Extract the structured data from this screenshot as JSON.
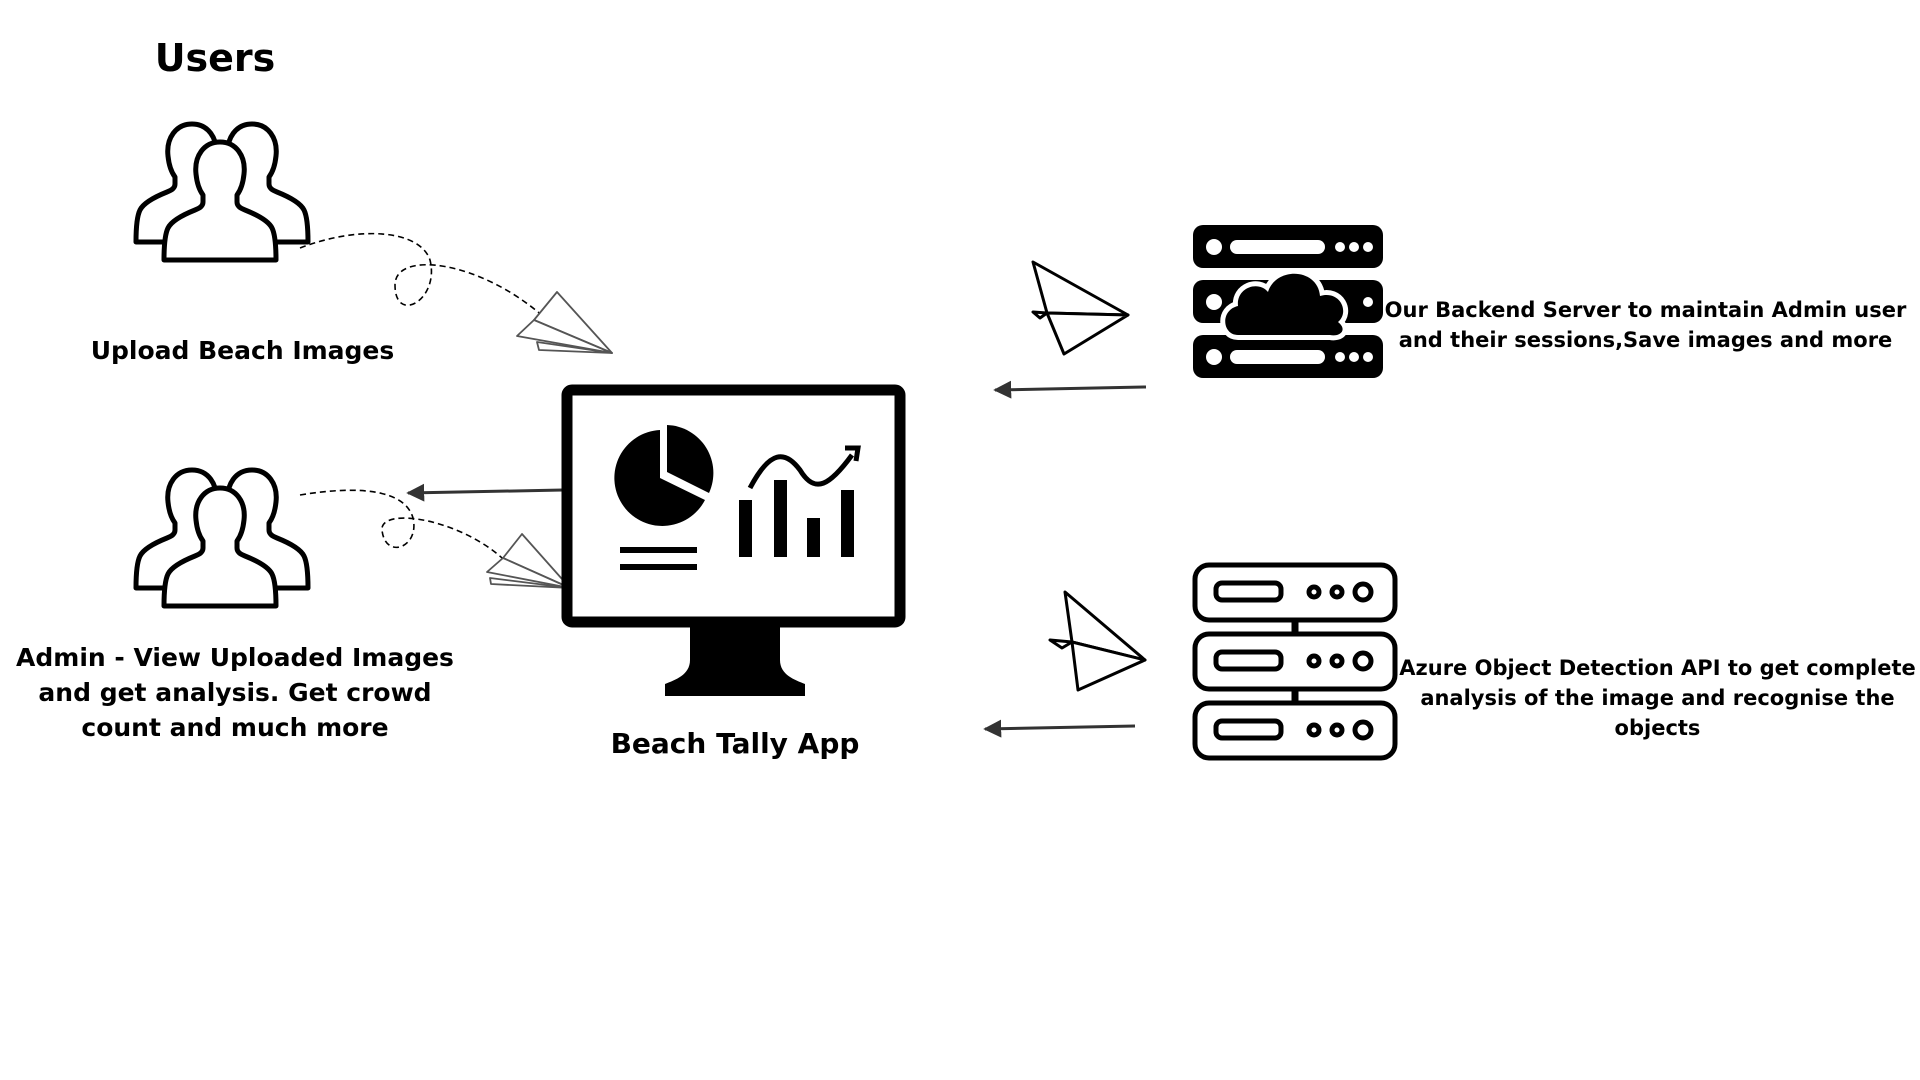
{
  "diagram": {
    "users_heading": "Users",
    "upload_label": "Upload Beach Images",
    "admin_label": "Admin - View Uploaded Images and get analysis. Get crowd count and much more",
    "app_label": "Beach Tally App",
    "backend_label": "Our Backend Server to maintain Admin user and their sessions,Save images and more",
    "azure_label": "Azure Object Detection API to get complete analysis of the image and recognise the objects"
  },
  "icons": {
    "users_top": "users-group-icon",
    "users_admin": "users-group-icon",
    "app": "monitor-dashboard-icon",
    "backend": "cloud-server-icon",
    "azure": "server-rack-icon",
    "send": "paper-plane-icon"
  },
  "colors": {
    "ink": "#000000",
    "arrow": "#333333",
    "background": "#ffffff"
  }
}
